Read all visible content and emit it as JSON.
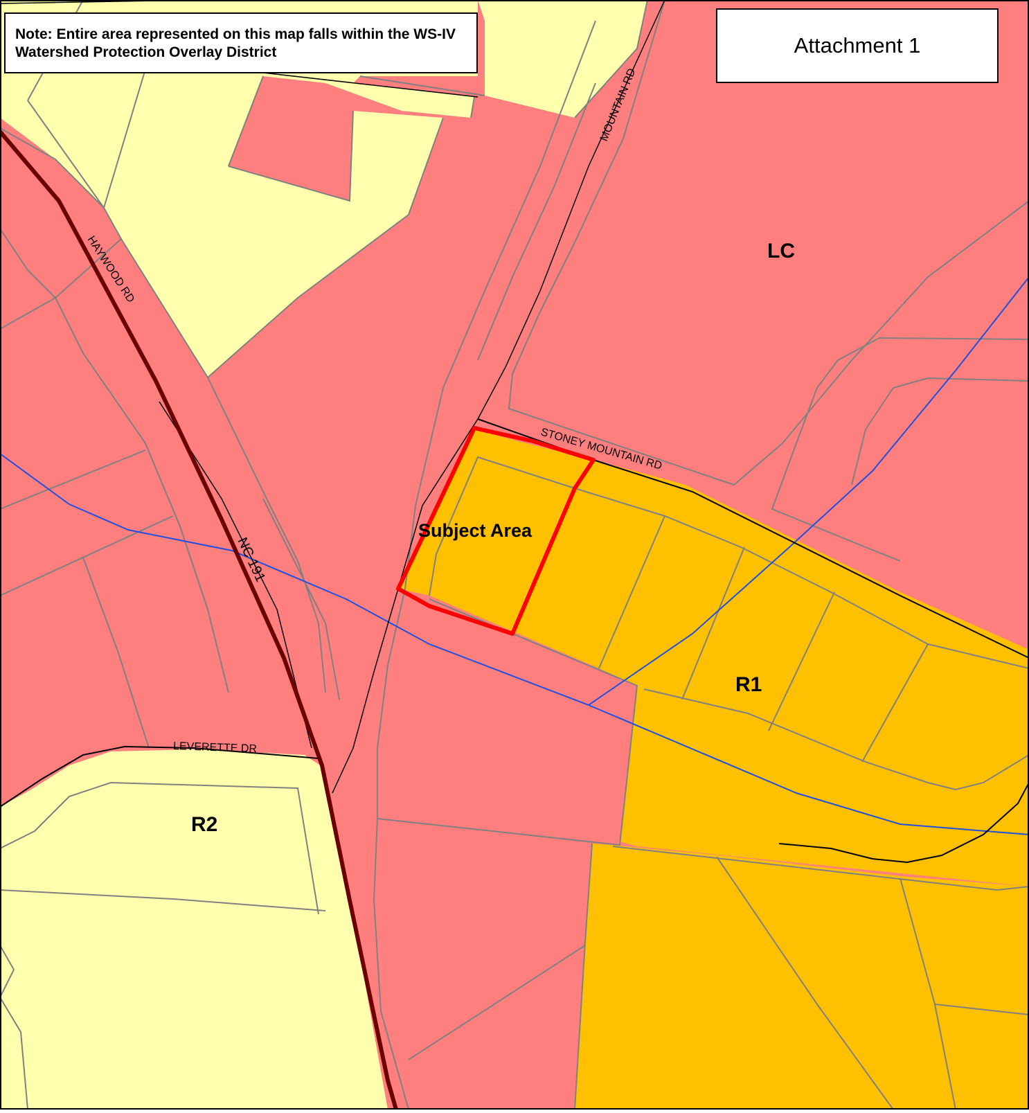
{
  "map": {
    "note": "Note: Entire area represented on this map falls within the WS-IV Watershed Protection Overlay District",
    "attachment": "Attachment 1",
    "zones": {
      "lc": "LC",
      "r1": "R1",
      "r2": "R2"
    },
    "subject_area": "Subject Area",
    "roads": {
      "haywood": "HAYWOOD RD",
      "mountain": "MOUNTAIN RD",
      "stoney_mountain": "STONEY MOUNTAIN RD",
      "nc191": "NC 191",
      "leverette": "LEVERETTE DR"
    },
    "colors": {
      "lc_fill": "#ff7f7f",
      "r1_fill": "#ffc000",
      "r2_fill": "#ffffad",
      "subject_outline": "#ff0000",
      "highway": "#6b0000",
      "stream": "#1f4fe0",
      "parcel_line": "#808080"
    }
  }
}
